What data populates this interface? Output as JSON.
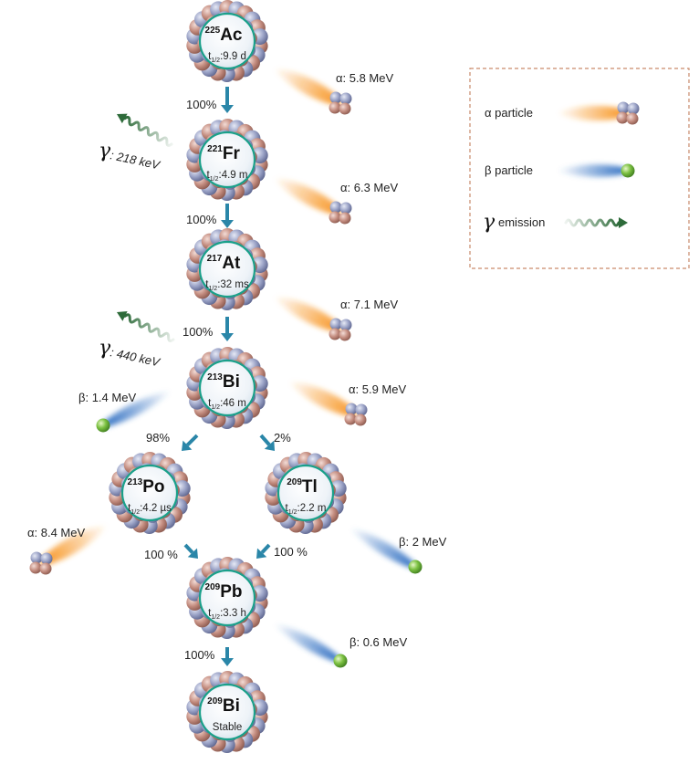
{
  "nuclides": [
    {
      "id": "ac225",
      "mass": "225",
      "symbol": "Ac",
      "half_life": "9.9 d"
    },
    {
      "id": "fr221",
      "mass": "221",
      "symbol": "Fr",
      "half_life": "4.9 m"
    },
    {
      "id": "at217",
      "mass": "217",
      "symbol": "At",
      "half_life": "32 ms"
    },
    {
      "id": "bi213",
      "mass": "213",
      "symbol": "Bi",
      "half_life": "46 m"
    },
    {
      "id": "po213",
      "mass": "213",
      "symbol": "Po",
      "half_life": "4.2 µs"
    },
    {
      "id": "tl209",
      "mass": "209",
      "symbol": "Tl",
      "half_life": "2.2 m"
    },
    {
      "id": "pb209",
      "mass": "209",
      "symbol": "Pb",
      "half_life": "3.3 h"
    },
    {
      "id": "bi209",
      "mass": "209",
      "symbol": "Bi",
      "stable_label": "Stable"
    }
  ],
  "half_life_prefix": "t",
  "half_life_sub": "1/2",
  "branches": {
    "ac_fr": "100%",
    "fr_at": "100%",
    "at_bi": "100%",
    "bi_po": "98%",
    "bi_tl": "2%",
    "po_pb": "100 %",
    "tl_pb": "100 %",
    "pb_bi": "100%"
  },
  "emissions": {
    "ac_alpha": "α: 5.8 MeV",
    "fr_alpha": "α: 6.3 MeV",
    "at_alpha": "α: 7.1 MeV",
    "bi_alpha": "α: 5.9 MeV",
    "bi_beta": "β: 1.4 MeV",
    "po_alpha": "α: 8.4 MeV",
    "tl_beta": "β: 2 MeV",
    "pb_beta": "β: 0.6 MeV",
    "fr_gamma": ": 218 keV",
    "bi_gamma": ": 440 keV",
    "gamma_symbol": "γ"
  },
  "legend": {
    "alpha": "α particle",
    "beta": "β particle",
    "gamma_symbol": "γ",
    "gamma": "emission"
  },
  "colors": {
    "arrow": "#2a86a8",
    "alpha": "#f7931e",
    "beta": "#2f6fc2",
    "gamma": "#2e6b3a",
    "ring": "#1aa08a",
    "legend_border": "#c98a6a"
  }
}
